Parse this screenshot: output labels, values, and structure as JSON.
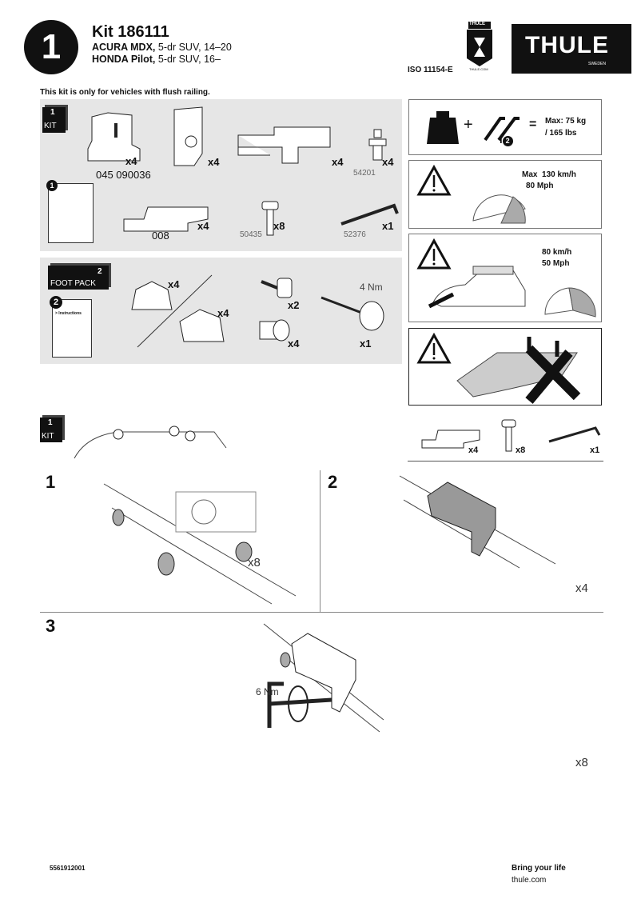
{
  "header": {
    "step_number": "1",
    "kit": "Kit 186111",
    "vehicles": [
      {
        "make": "ACURA MDX,",
        "details": " 5-dr SUV, 14–20"
      },
      {
        "make": "HONDA Pilot,",
        "details": " 5-dr SUV, 16–"
      }
    ],
    "iso": "ISO 11154-E",
    "badge_text": "THULE",
    "badge_sub": "THULE.COM",
    "logo": "THULE",
    "logo_sub": "SWEDEN"
  },
  "notice": "This kit is only for vehicles with flush railing.",
  "kit_panel": {
    "badge_num": "1",
    "badge_label": "KIT",
    "parts": [
      {
        "qty": "x4",
        "code": "045 090036"
      },
      {
        "qty": "x4"
      },
      {
        "qty": "x4"
      },
      {
        "qty": "x4",
        "code": "54201"
      },
      {
        "qty": "x4",
        "code": "008"
      },
      {
        "qty": "x8",
        "code": "50435"
      },
      {
        "qty": "x1",
        "code": "52376"
      }
    ],
    "manual_num": "1"
  },
  "foot_pack": {
    "badge_num": "2",
    "badge_label": "FOOT PACK",
    "manual_num": "2",
    "manual_text": "> Instructions",
    "parts": [
      {
        "qty": "x4"
      },
      {
        "qty": "x4"
      },
      {
        "qty": "x2"
      },
      {
        "qty": "x4"
      },
      {
        "qty": "x1",
        "torque": "4 Nm"
      }
    ]
  },
  "warnings": {
    "load": "Max: 75 kg",
    "load2": "/ 165 lbs",
    "info_num": "2",
    "speed1a": "Max  130 km/h",
    "speed1b": "80 Mph",
    "speed2a": "80 km/h",
    "speed2b": "50 Mph"
  },
  "kit_row": {
    "badge_num": "1",
    "badge_label": "KIT",
    "parts": [
      "x4",
      "x8",
      "x1"
    ]
  },
  "steps": [
    {
      "num": "1",
      "qty": "x8"
    },
    {
      "num": "2",
      "qty": "x4"
    },
    {
      "num": "3",
      "qty": "x8",
      "torque": "6 Nm"
    }
  ],
  "footer": {
    "doc_number": "5561912001",
    "slogan": "Bring your life",
    "url": "thule.com"
  }
}
